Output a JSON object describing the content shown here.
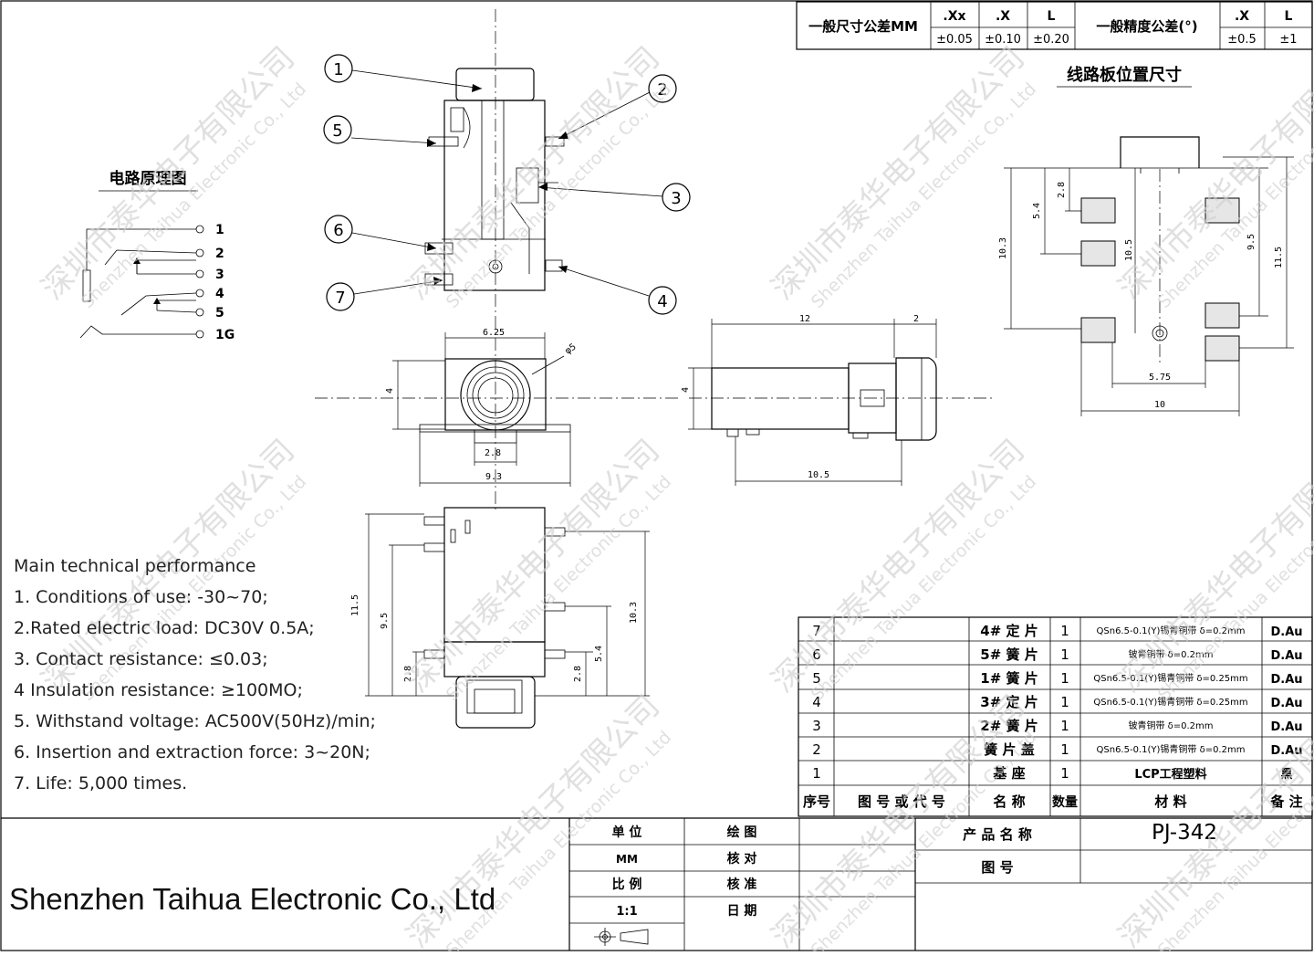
{
  "tolerance_table": {
    "dim_label": "一般尺寸公差MM",
    "dim_headers": [
      ".Xx",
      ".X",
      "L"
    ],
    "dim_values": [
      "±0.05",
      "±0.10",
      "±0.20"
    ],
    "angle_label": "一般精度公差(°)",
    "angle_headers": [
      ".X",
      "L"
    ],
    "angle_values": [
      "±0.5",
      "±1"
    ]
  },
  "pcb_title": "线路板位置尺寸",
  "circuit_title": "电路原理图",
  "circuit_pins": [
    "1",
    "2",
    "3",
    "4",
    "5",
    "1G"
  ],
  "callouts": [
    "1",
    "2",
    "3",
    "4",
    "5",
    "6",
    "7"
  ],
  "dimensions": {
    "front_width_top": "6.25",
    "front_diameter": "φ5",
    "front_height": "4",
    "front_slot": "2.8",
    "front_width": "9.3",
    "side_len_top": "12",
    "side_len_short": "2",
    "side_height": "4",
    "side_len_bottom": "10.5",
    "bottom_11_5": "11.5",
    "bottom_9_5": "9.5",
    "bottom_2_8_left": "2.8",
    "bottom_2_8_right": "2.8",
    "bottom_5_4": "5.4",
    "bottom_10_3": "10.3",
    "pcb_2_8": "2.8",
    "pcb_5_4": "5.4",
    "pcb_10_3": "10.3",
    "pcb_10_5": "10.5",
    "pcb_9_5": "9.5",
    "pcb_11_5": "11.5",
    "pcb_5_75": "5.75",
    "pcb_10": "10"
  },
  "performance": {
    "heading": "Main technical performance",
    "items": [
      "1. Conditions of use: -30~70;",
      "2.Rated electric load: DC30V 0.5A;",
      "3. Contact resistance: ≤0.03;",
      "4 Insulation resistance: ≥100MO;",
      "5. Withstand voltage: AC500V(50Hz)/min;",
      "6. Insertion and extraction force: 3~20N;",
      "7. Life: 5,000 times."
    ]
  },
  "bom": {
    "headers": [
      "序号",
      "图 号 或 代 号",
      "名    称",
      "数量",
      "材      料",
      "备 注"
    ],
    "rows": [
      {
        "no": "7",
        "code": "",
        "name": "4# 定 片",
        "qty": "1",
        "material": "QSn6.5-0.1(Y)锡青铜带 δ=0.2mm",
        "note": "D.Au"
      },
      {
        "no": "6",
        "code": "",
        "name": "5# 簧 片",
        "qty": "1",
        "material": "铍青铜带 δ=0.2mm",
        "note": "D.Au"
      },
      {
        "no": "5",
        "code": "",
        "name": "1# 簧 片",
        "qty": "1",
        "material": "QSn6.5-0.1(Y)锡青铜带 δ=0.25mm",
        "note": "D.Au"
      },
      {
        "no": "4",
        "code": "",
        "name": "3# 定 片",
        "qty": "1",
        "material": "QSn6.5-0.1(Y)锡青铜带 δ=0.25mm",
        "note": "D.Au"
      },
      {
        "no": "3",
        "code": "",
        "name": "2# 簧 片",
        "qty": "1",
        "material": "铍青铜带 δ=0.2mm",
        "note": "D.Au"
      },
      {
        "no": "2",
        "code": "",
        "name": "簧 片 盖",
        "qty": "1",
        "material": "QSn6.5-0.1(Y)锡青铜带 δ=0.2mm",
        "note": "D.Au"
      },
      {
        "no": "1",
        "code": "",
        "name": "基    座",
        "qty": "1",
        "material": "LCP工程塑料",
        "note": "黑"
      }
    ]
  },
  "title_block": {
    "unit_label": "单    位",
    "unit_value": "MM",
    "scale_label": "比    例",
    "scale_value": "1:1",
    "drawn_label": "绘    图",
    "check_label": "核    对",
    "approve_label": "核    准",
    "date_label": "日    期",
    "product_label": "产 品 名 称",
    "product_value": "PJ-342",
    "drawing_no_label": "图        号"
  },
  "company": "Shenzhen Taihua Electronic Co., Ltd",
  "watermark": {
    "cn": "深圳市泰华电子有限公司",
    "en": "Shenzhen Taihua Electronic Co., Ltd"
  }
}
